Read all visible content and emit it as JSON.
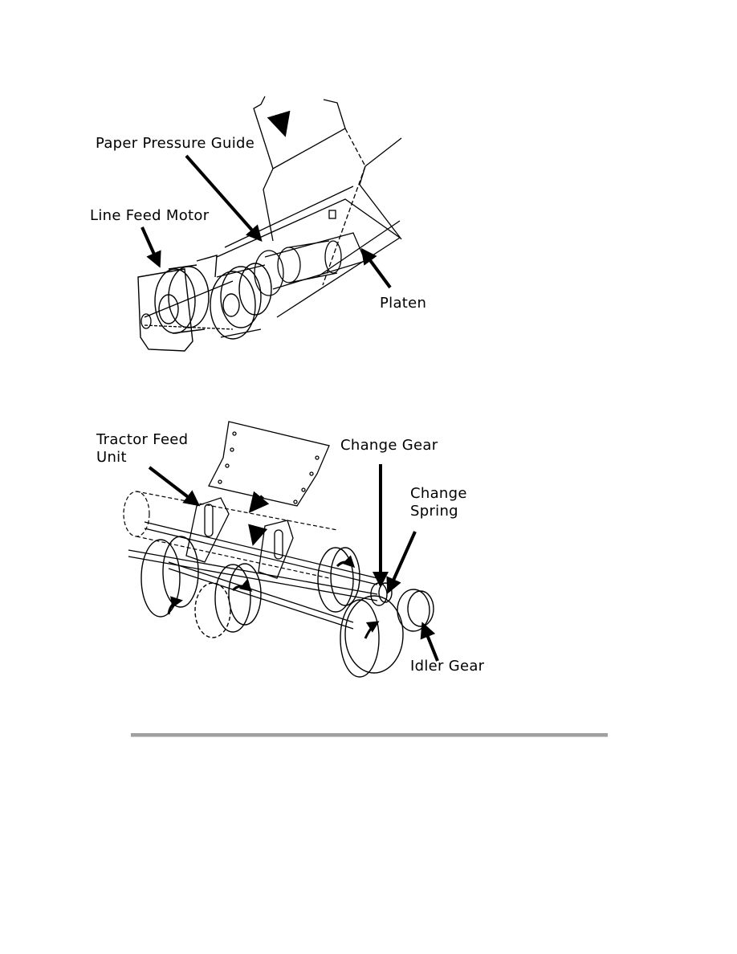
{
  "figure1": {
    "labels": {
      "paper_pressure_guide": "Paper Pressure Guide",
      "line_feed_motor": "Line Feed Motor",
      "platen": "Platen"
    }
  },
  "figure2": {
    "labels": {
      "tractor_feed_unit_line1": "Tractor Feed",
      "tractor_feed_unit_line2": "Unit",
      "change_gear": "Change Gear",
      "change_spring_line1": "Change",
      "change_spring_line2": "Spring",
      "idler_gear": "Idler Gear"
    }
  }
}
